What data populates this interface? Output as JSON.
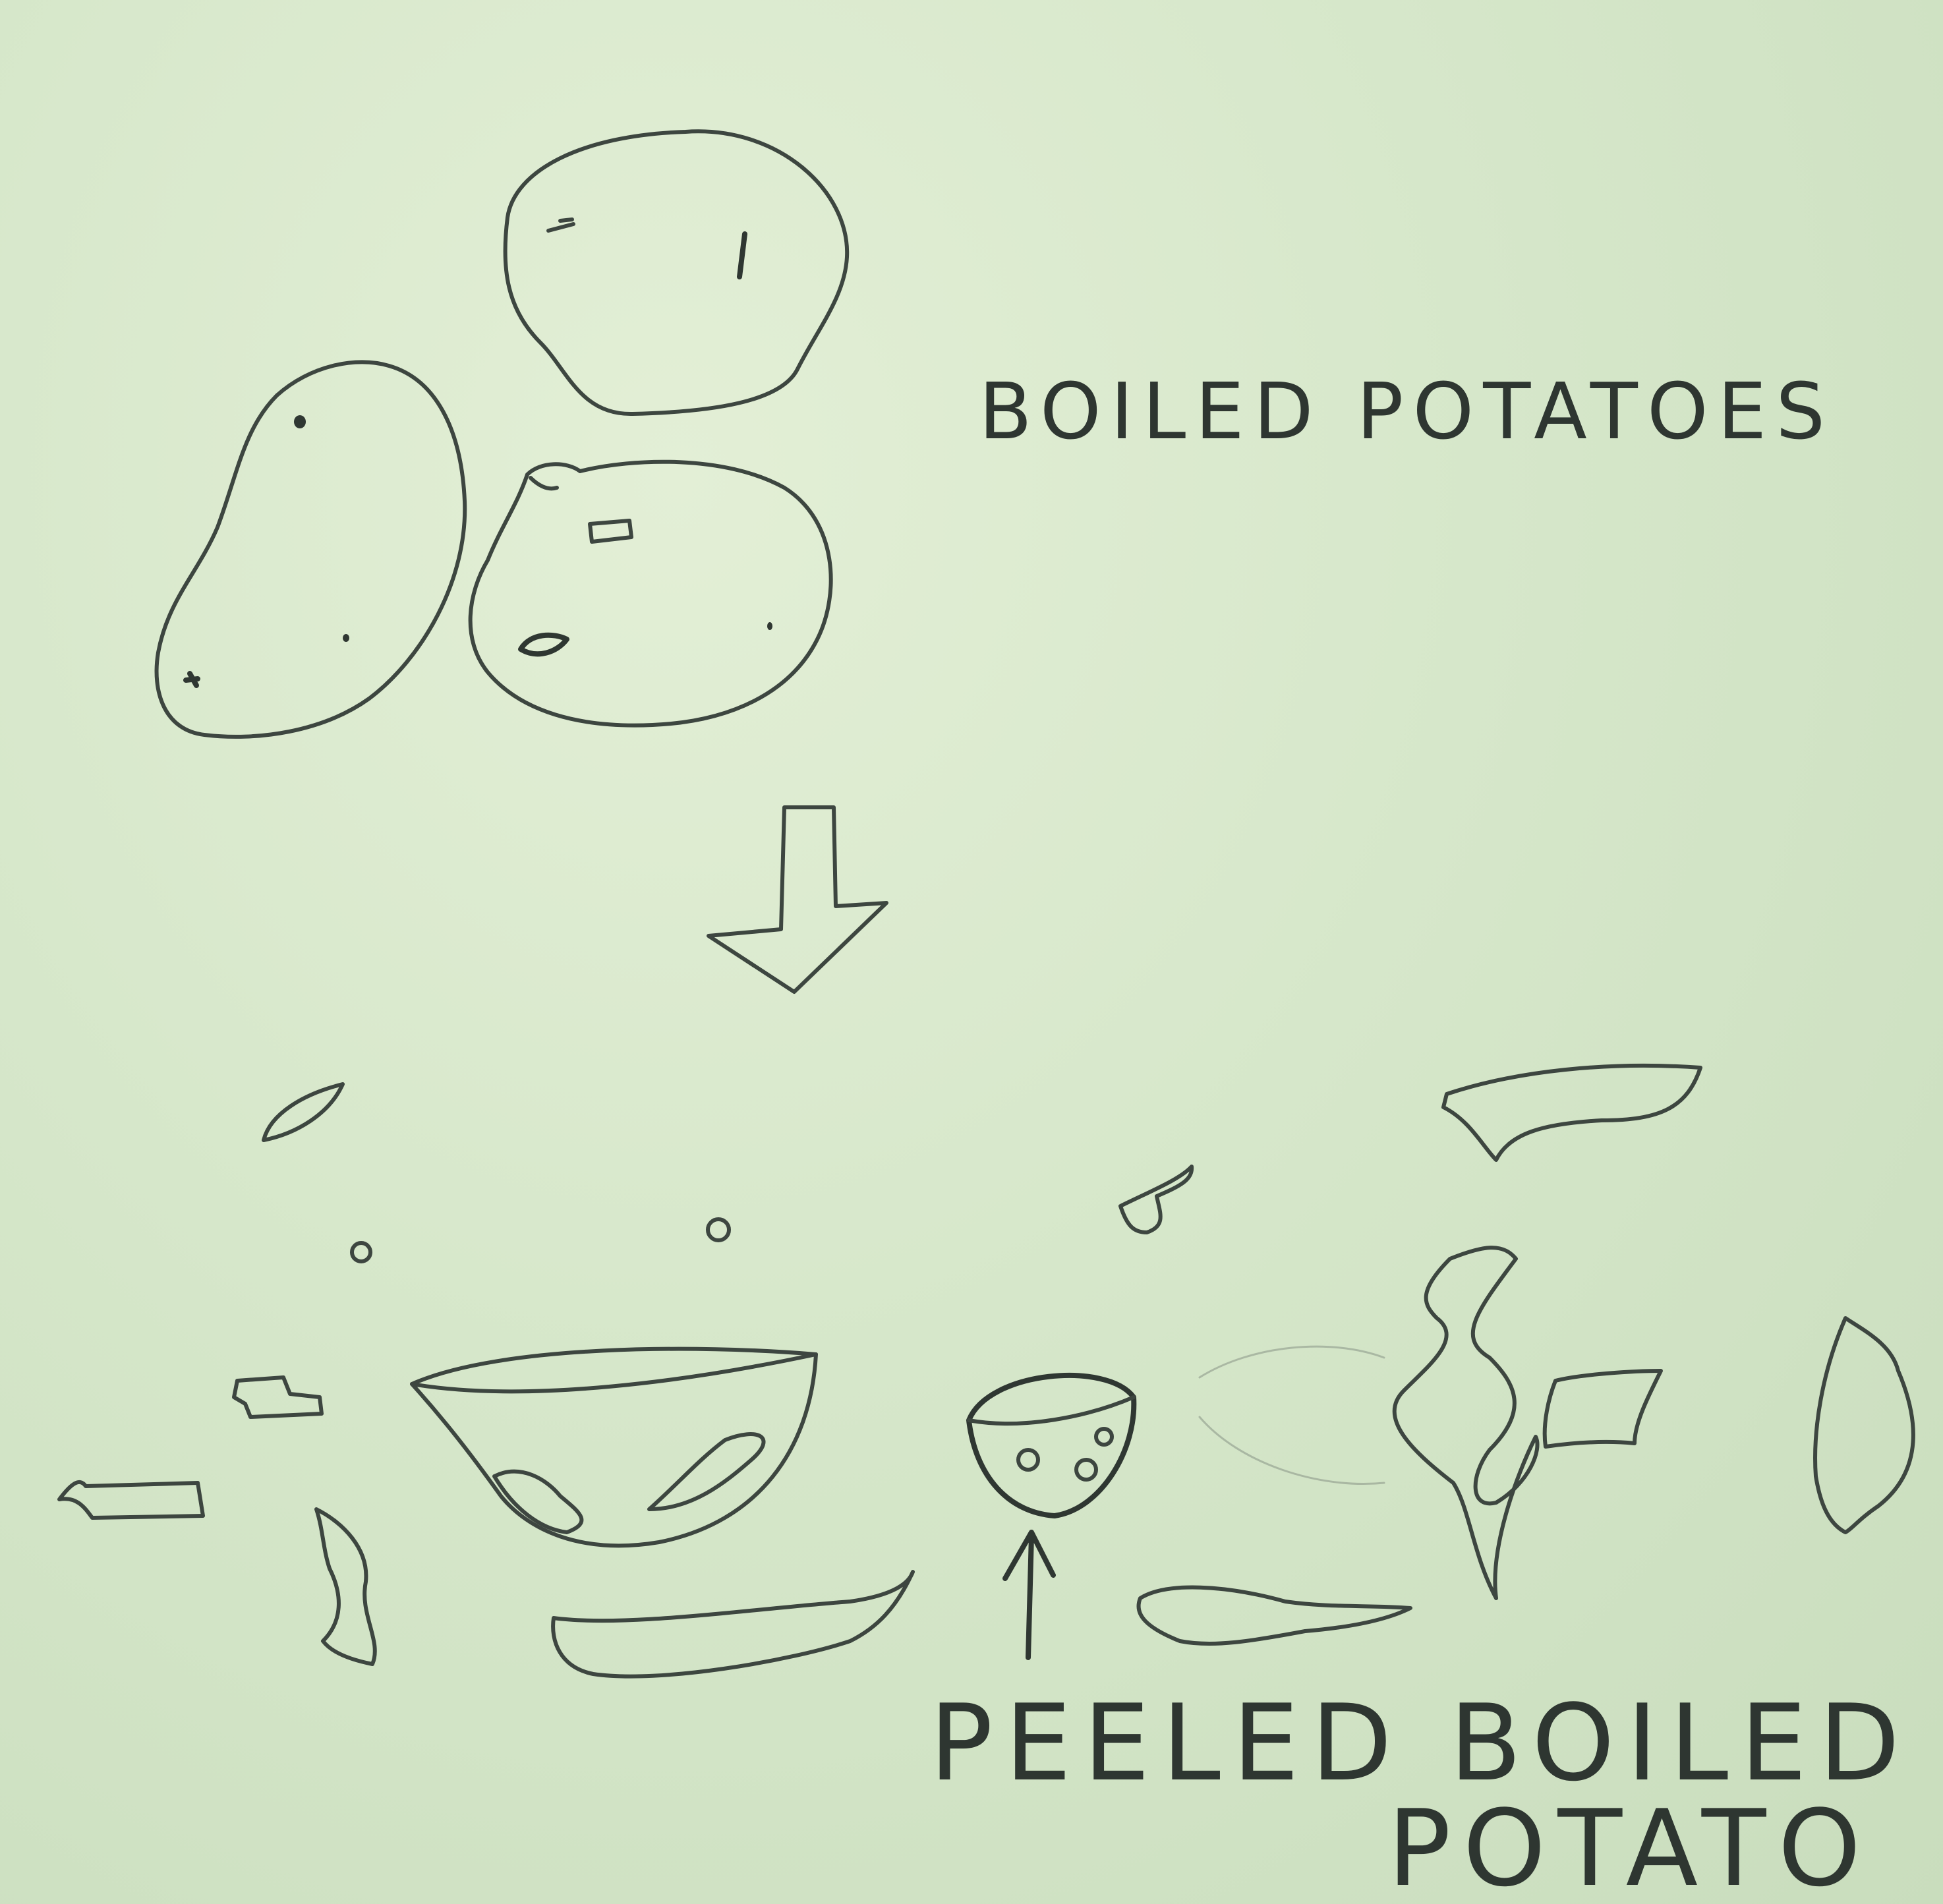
{
  "labels": {
    "top": "BOILED POTATOES",
    "bottom_line1": "PEELED BOILED",
    "bottom_line2": "POTATO"
  },
  "colors": {
    "paper": "#d5e6c9",
    "pencil": "#3d4640"
  },
  "steps": [
    {
      "id": "boiled-potatoes",
      "label_ref": "labels.top"
    },
    {
      "id": "peeled-boiled-potato",
      "label_ref": "labels.bottom_line1 + labels.bottom_line2"
    }
  ],
  "connectors": [
    {
      "from": "boiled-potatoes",
      "to": "peeled-boiled-potato",
      "kind": "block-arrow-down"
    },
    {
      "from": "label-peeled-boiled-potato",
      "to": "small-bowl",
      "kind": "arrow-up"
    }
  ]
}
